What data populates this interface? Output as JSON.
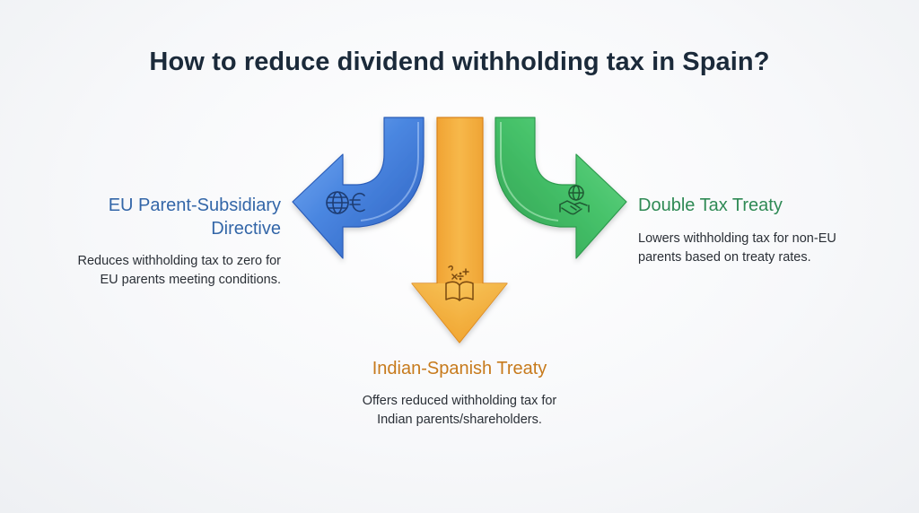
{
  "title": "How to reduce dividend withholding tax in Spain?",
  "colors": {
    "blue": "#3f78d6",
    "orange": "#f0a02a",
    "green": "#3fbd63",
    "eu_heading": "#3366a8",
    "india_heading": "#c77a1c",
    "dtt_heading": "#2f8a55"
  },
  "options": [
    {
      "key": "eu",
      "heading_lines": [
        "EU Parent-Subsidiary",
        "Directive"
      ],
      "description_lines": [
        "Reduces withholding tax to zero for",
        "EU parents meeting conditions."
      ],
      "icon": "globe-euro-icon",
      "arrow_direction": "left"
    },
    {
      "key": "india",
      "heading_lines": [
        "Indian-Spanish Treaty"
      ],
      "description_lines": [
        "Offers reduced withholding tax for",
        "Indian parents/shareholders."
      ],
      "icon": "book-math-icon",
      "arrow_direction": "down"
    },
    {
      "key": "dtt",
      "heading_lines": [
        "Double Tax Treaty"
      ],
      "description_lines": [
        "Lowers withholding tax for non-EU",
        "parents based on treaty rates."
      ],
      "icon": "handshake-globe-icon",
      "arrow_direction": "right"
    }
  ]
}
